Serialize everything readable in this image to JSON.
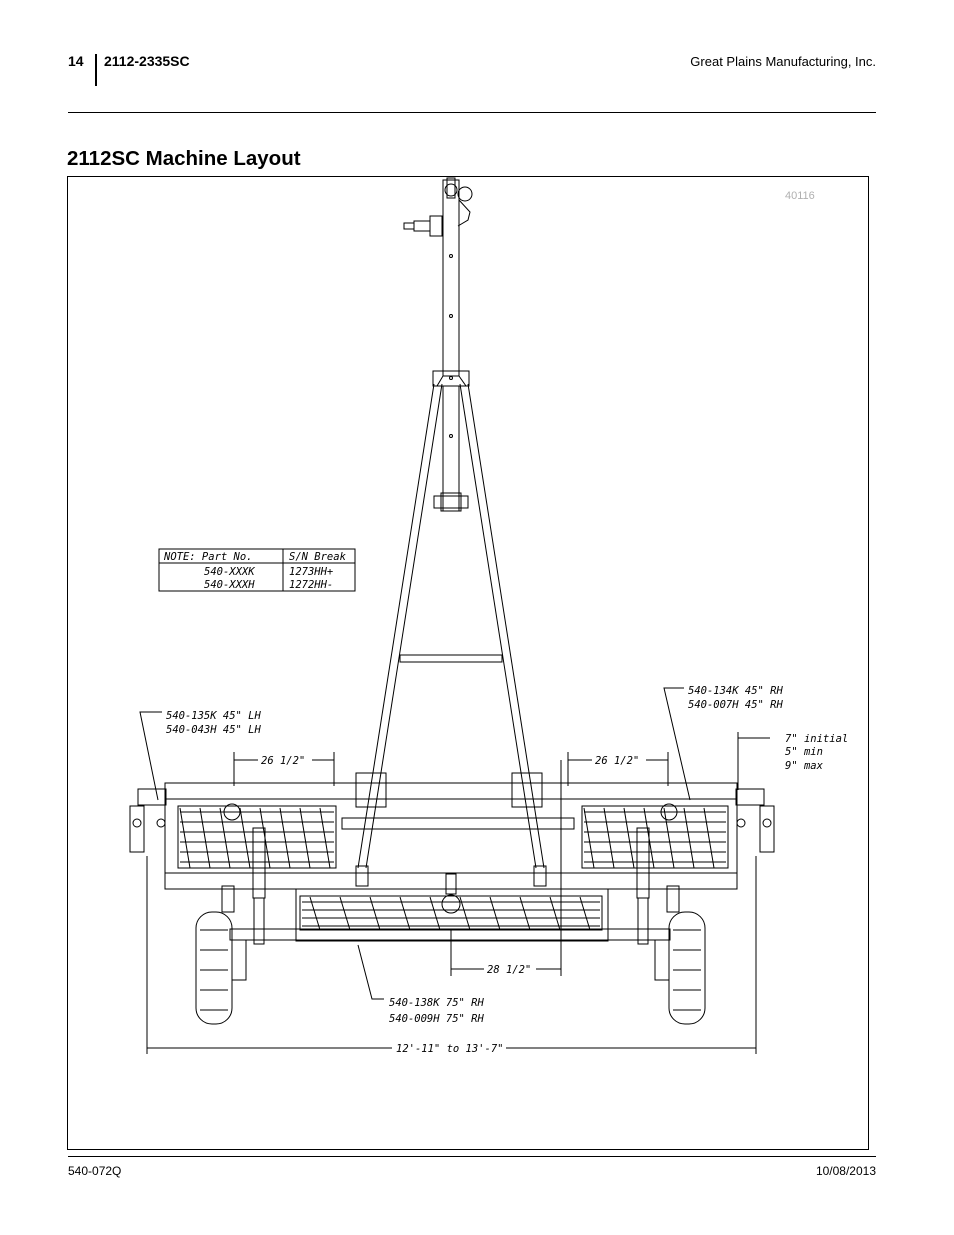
{
  "header": {
    "page_number": "14",
    "model": "2112-2335SC",
    "company": "Great Plains Manufacturing, Inc."
  },
  "title": "2112SC Machine Layout",
  "figure": {
    "figure_id": "40116",
    "note": {
      "h1": "NOTE: Part No.",
      "h2": "S/N Break",
      "r1c1": "540-XXXK",
      "r1c2": "1273HH+",
      "r2c1": "540-XXXH",
      "r2c2": "1272HH-"
    },
    "callouts": {
      "lh_1": "540-135K 45\" LH",
      "lh_2": "540-043H 45\" LH",
      "rh_1": "540-134K 45\" RH",
      "rh_2": "540-007H 45\" RH",
      "center_1": "540-138K 75\" RH",
      "center_2": "540-009H 75\" RH"
    },
    "dims": {
      "left_offset": "26 1/2\"",
      "right_offset": "26 1/2\"",
      "center_offset": "28 1/2\"",
      "overall_width": "12'-11\" to 13'-7\"",
      "height_initial": "7\" initial",
      "height_min": "5\" min",
      "height_max": "9\" max"
    }
  },
  "footer": {
    "doc_number": "540-072Q",
    "date": "10/08/2013"
  }
}
